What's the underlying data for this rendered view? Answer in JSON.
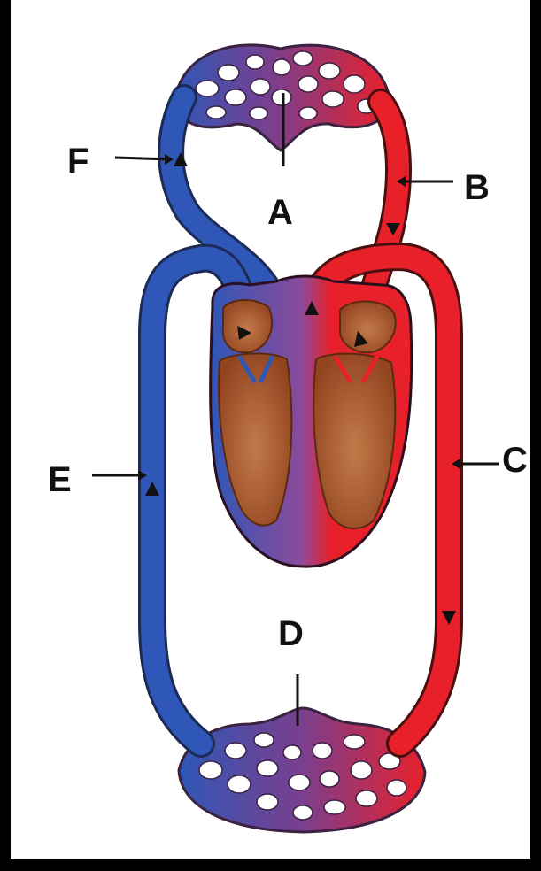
{
  "labels": {
    "A": "A",
    "B": "B",
    "C": "C",
    "D": "D",
    "E": "E",
    "F": "F"
  },
  "colors": {
    "oxygenated": "#e8202a",
    "deoxygenated": "#2f57b7",
    "capillary_mix": "#7a3f8e",
    "heart_muscle": "#a2552b",
    "background": "#ffffff",
    "border": "#000000"
  }
}
